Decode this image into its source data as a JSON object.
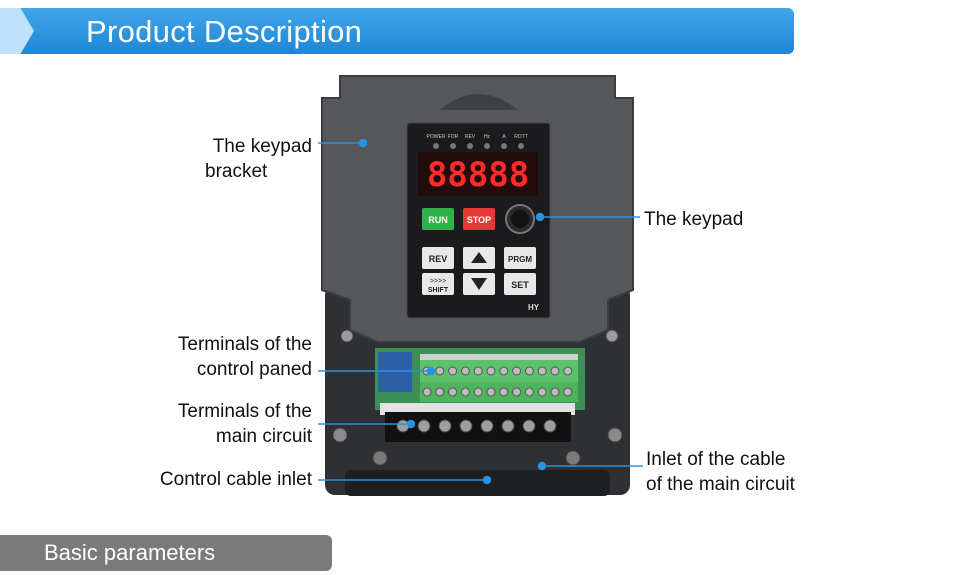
{
  "header": {
    "title": "Product Description"
  },
  "footer": {
    "title": "Basic parameters"
  },
  "labels": {
    "keypad_bracket": [
      "The keypad",
      "bracket"
    ],
    "keypad": "The keypad",
    "control_terminals": [
      "Terminals of the",
      "control paned"
    ],
    "main_terminals": [
      "Terminals of the",
      "main circuit"
    ],
    "control_inlet": "Control cable inlet",
    "main_inlet": [
      "Inlet of the cable",
      "of the main circuit"
    ]
  },
  "keypad": {
    "indicators": [
      "POWER",
      "FOR",
      "REV",
      "Hz",
      "A",
      "ROTT"
    ],
    "display": "88888",
    "run": "RUN",
    "stop": "STOP",
    "rev": "REV",
    "prgm": "PRGM",
    "shift_arrows": ">>>>",
    "shift": "SHIFT",
    "set": "SET",
    "brand": "HY"
  },
  "colors": {
    "header": "#2a93df",
    "callout_line": "#2a93df",
    "run": "#2fb24a",
    "stop": "#e53935",
    "display": "#ff2a2a",
    "footer": "#7a7a7a"
  }
}
